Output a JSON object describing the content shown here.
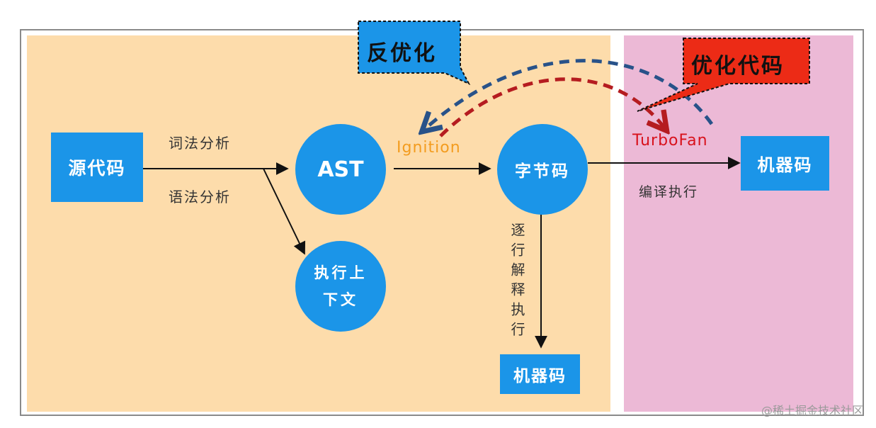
{
  "diagram": {
    "source_code": "源代码",
    "lexical_analysis": "词法分析",
    "syntax_analysis": "语法分析",
    "ast": "AST",
    "execution_context": "执行上下文",
    "ignition": "Ignition",
    "bytecode": "字节码",
    "interpret_line_by_line": "逐行解释执行",
    "machine_code_interp": "机器码",
    "turbofan": "TurboFan",
    "compile_execute": "编译执行",
    "machine_code_compiled": "机器码",
    "deoptimize": "反优化",
    "optimize_code": "优化代码"
  },
  "watermark": "@稀土掘金技术社区",
  "colors": {
    "interpreter_region": "#fddcab",
    "compiler_region": "#ecb9d6",
    "node": "#1b95e8",
    "ignition_text": "#f39c1f",
    "turbofan_text": "#d8121c",
    "deopt_arrow": "#285289",
    "opt_arrow": "#b51c20",
    "deopt_callout": "#1b95e8",
    "opt_callout": "#ec2b16"
  }
}
